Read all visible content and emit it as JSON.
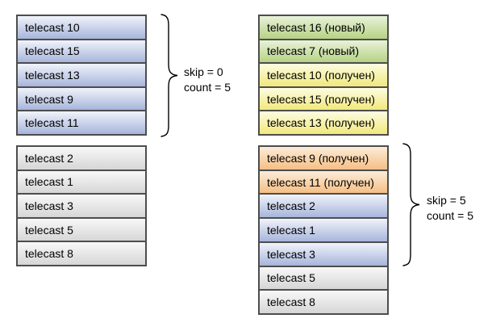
{
  "colors": {
    "border": "#4d4d4d",
    "blue": {
      "top": "#f0f3fa",
      "bottom": "#a7b5db"
    },
    "gray": {
      "top": "#f8f8f8",
      "bottom": "#d6d6d6"
    },
    "green": {
      "top": "#e9f2da",
      "bottom": "#b6d284"
    },
    "yellow": {
      "top": "#fdfce2",
      "bottom": "#f1e87c"
    },
    "orange": {
      "top": "#fcecd9",
      "bottom": "#f5bf84"
    }
  },
  "lists": {
    "left_top": {
      "rows": [
        {
          "text": "telecast 10",
          "color": "blue"
        },
        {
          "text": "telecast 15",
          "color": "blue"
        },
        {
          "text": "telecast 13",
          "color": "blue"
        },
        {
          "text": "telecast 9",
          "color": "blue"
        },
        {
          "text": "telecast 11",
          "color": "blue"
        }
      ]
    },
    "left_bottom": {
      "rows": [
        {
          "text": "telecast 2",
          "color": "gray"
        },
        {
          "text": "telecast 1",
          "color": "gray"
        },
        {
          "text": "telecast 3",
          "color": "gray"
        },
        {
          "text": "telecast 5",
          "color": "gray"
        },
        {
          "text": "telecast 8",
          "color": "gray"
        }
      ]
    },
    "right_top": {
      "rows": [
        {
          "text": "telecast 16 (новый)",
          "color": "green"
        },
        {
          "text": "telecast 7 (новый)",
          "color": "green"
        },
        {
          "text": "telecast 10 (получен)",
          "color": "yellow"
        },
        {
          "text": "telecast 15 (получен)",
          "color": "yellow"
        },
        {
          "text": "telecast 13 (получен)",
          "color": "yellow"
        }
      ]
    },
    "right_bottom": {
      "rows": [
        {
          "text": "telecast 9 (получен)",
          "color": "orange"
        },
        {
          "text": "telecast 11 (получен)",
          "color": "orange"
        },
        {
          "text": "telecast 2",
          "color": "blue"
        },
        {
          "text": "telecast 1",
          "color": "blue"
        },
        {
          "text": "telecast 3",
          "color": "blue"
        },
        {
          "text": "telecast 5",
          "color": "gray"
        },
        {
          "text": "telecast 8",
          "color": "gray"
        }
      ]
    }
  },
  "annotations": {
    "left": {
      "line1": "skip = 0",
      "line2": "count = 5"
    },
    "right": {
      "line1": "skip = 5",
      "line2": "count = 5"
    }
  }
}
